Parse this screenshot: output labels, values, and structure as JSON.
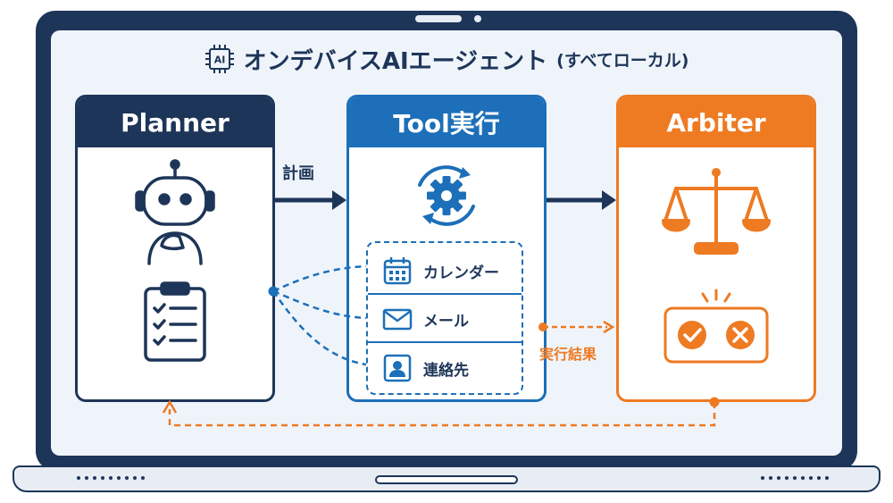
{
  "title": {
    "chip_label": "AI",
    "main": "オンデバイスAIエージェント",
    "sub": "(すべてローカル)"
  },
  "nodes": {
    "planner": {
      "label": "Planner"
    },
    "tool": {
      "label": "Tool実行"
    },
    "arbiter": {
      "label": "Arbiter"
    }
  },
  "tools": [
    {
      "label": "カレンダー",
      "icon": "calendar-icon"
    },
    {
      "label": "メール",
      "icon": "mail-icon"
    },
    {
      "label": "連絡先",
      "icon": "contact-icon"
    }
  ],
  "edges": {
    "plan_label": "計画",
    "result_label": "実行結果"
  },
  "colors": {
    "navy": "#1d3558",
    "blue": "#1c6fb8",
    "orange": "#ee7a22",
    "screen_bg": "#eff4fb"
  }
}
